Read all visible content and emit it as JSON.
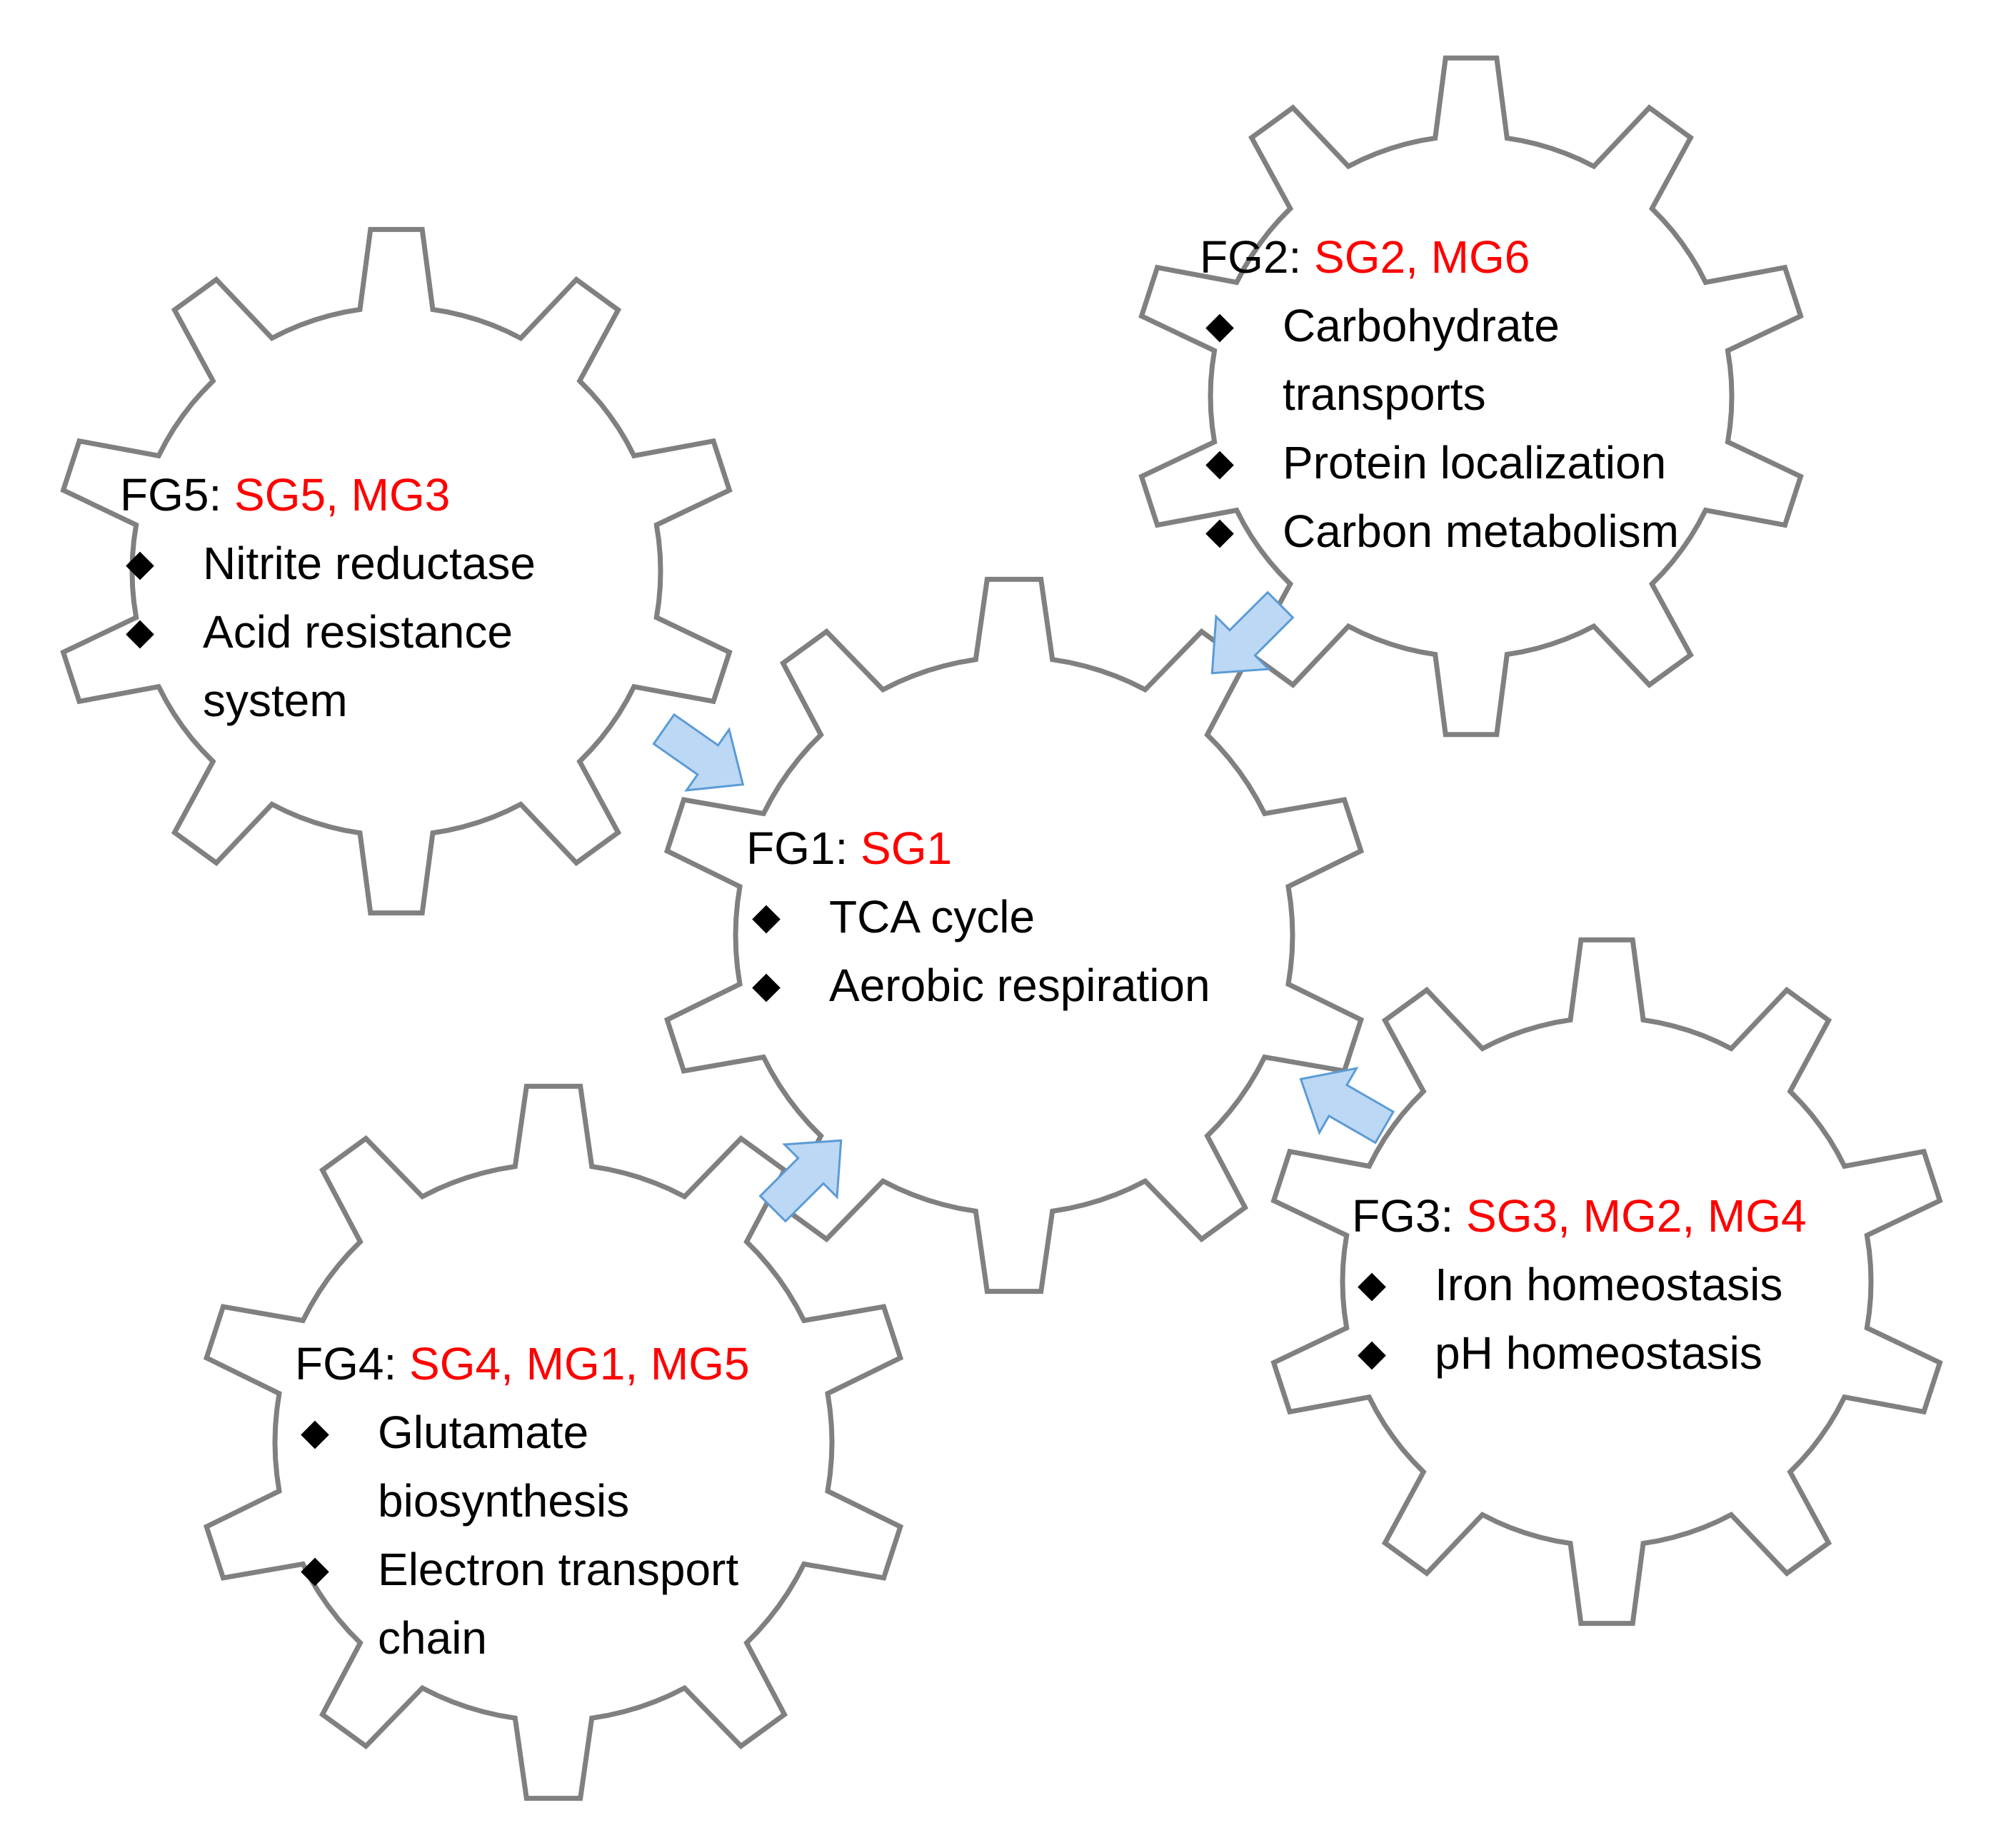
{
  "colors": {
    "gear_stroke": "#808080",
    "gear_fill": "#ffffff",
    "group_text": "#ff0000",
    "body_text": "#000000",
    "arrow_fill": "#bcd8f5",
    "arrow_stroke": "#5b9bd5"
  },
  "bullet_icon": "black-diamond",
  "gears": [
    {
      "id": "fg1",
      "label": "FG1:",
      "groups": "SG1",
      "items": [
        "TCA cycle",
        "Aerobic respiration"
      ]
    },
    {
      "id": "fg2",
      "label": "FG2:",
      "groups": "SG2, MG6",
      "items": [
        "Carbohydrate transports",
        "Protein localization",
        "Carbon metabolism"
      ]
    },
    {
      "id": "fg3",
      "label": "FG3:",
      "groups": "SG3, MG2, MG4",
      "items": [
        "Iron homeostasis",
        "pH homeostasis"
      ]
    },
    {
      "id": "fg4",
      "label": "FG4:",
      "groups": "SG4, MG1, MG5",
      "items": [
        "Glutamate biosynthesis",
        "Electron transport chain"
      ]
    },
    {
      "id": "fg5",
      "label": "FG5:",
      "groups": "SG5, MG3",
      "items": [
        "Nitrite reductase",
        "Acid resistance system"
      ]
    }
  ],
  "arrows": [
    {
      "from": "fg5",
      "to": "fg1"
    },
    {
      "from": "fg2",
      "to": "fg1"
    },
    {
      "from": "fg3",
      "to": "fg1"
    },
    {
      "from": "fg4",
      "to": "fg1"
    }
  ]
}
